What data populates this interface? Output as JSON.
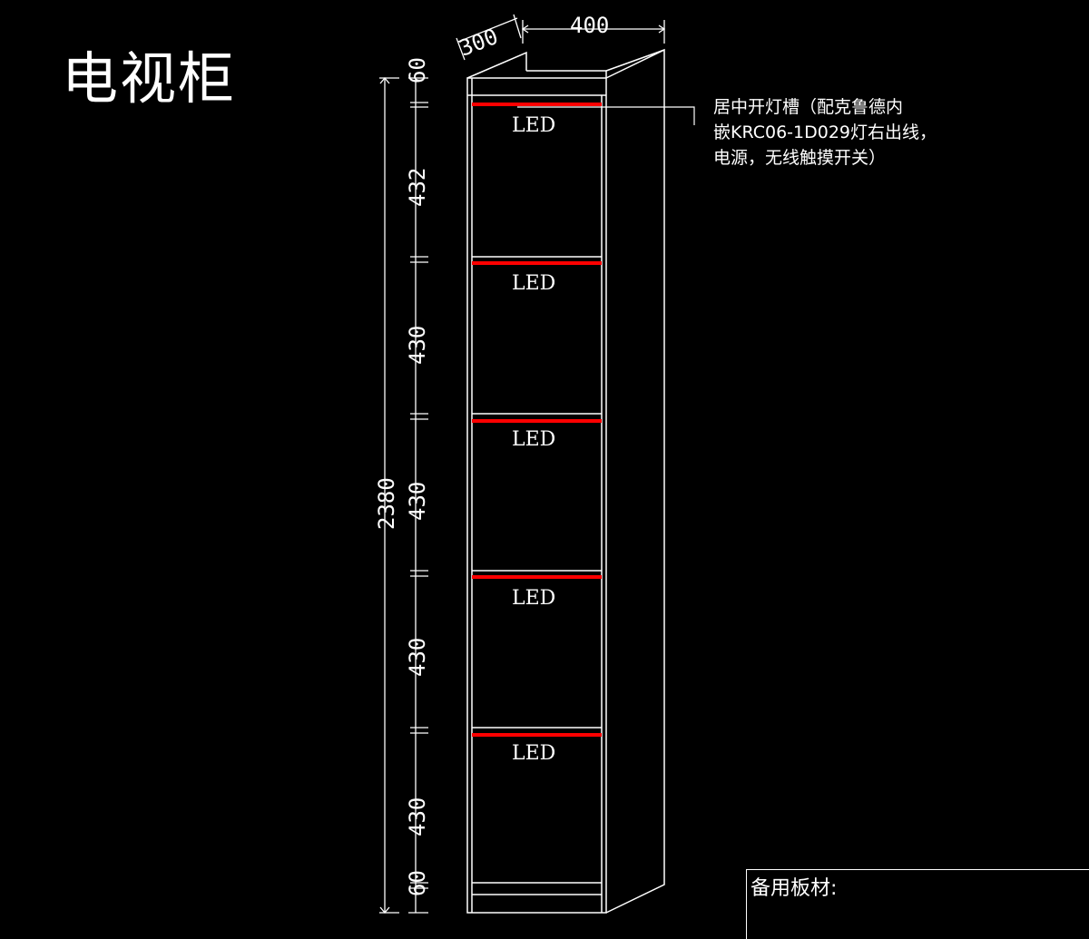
{
  "title": "电视柜",
  "dimensions": {
    "width": "400",
    "depth": "300",
    "total_height": "2380",
    "segments": [
      "60",
      "432",
      "430",
      "430",
      "430",
      "430",
      "60"
    ]
  },
  "led_label": "LED",
  "led_color": "#ff0000",
  "line_color": "#ffffff",
  "note": {
    "line1": "居中开灯槽（配克鲁德内",
    "line2": "嵌KRC06-1D029灯右出线，",
    "line3": "电源，无线触摸开关）"
  },
  "materials": {
    "label": "备用板材:"
  }
}
